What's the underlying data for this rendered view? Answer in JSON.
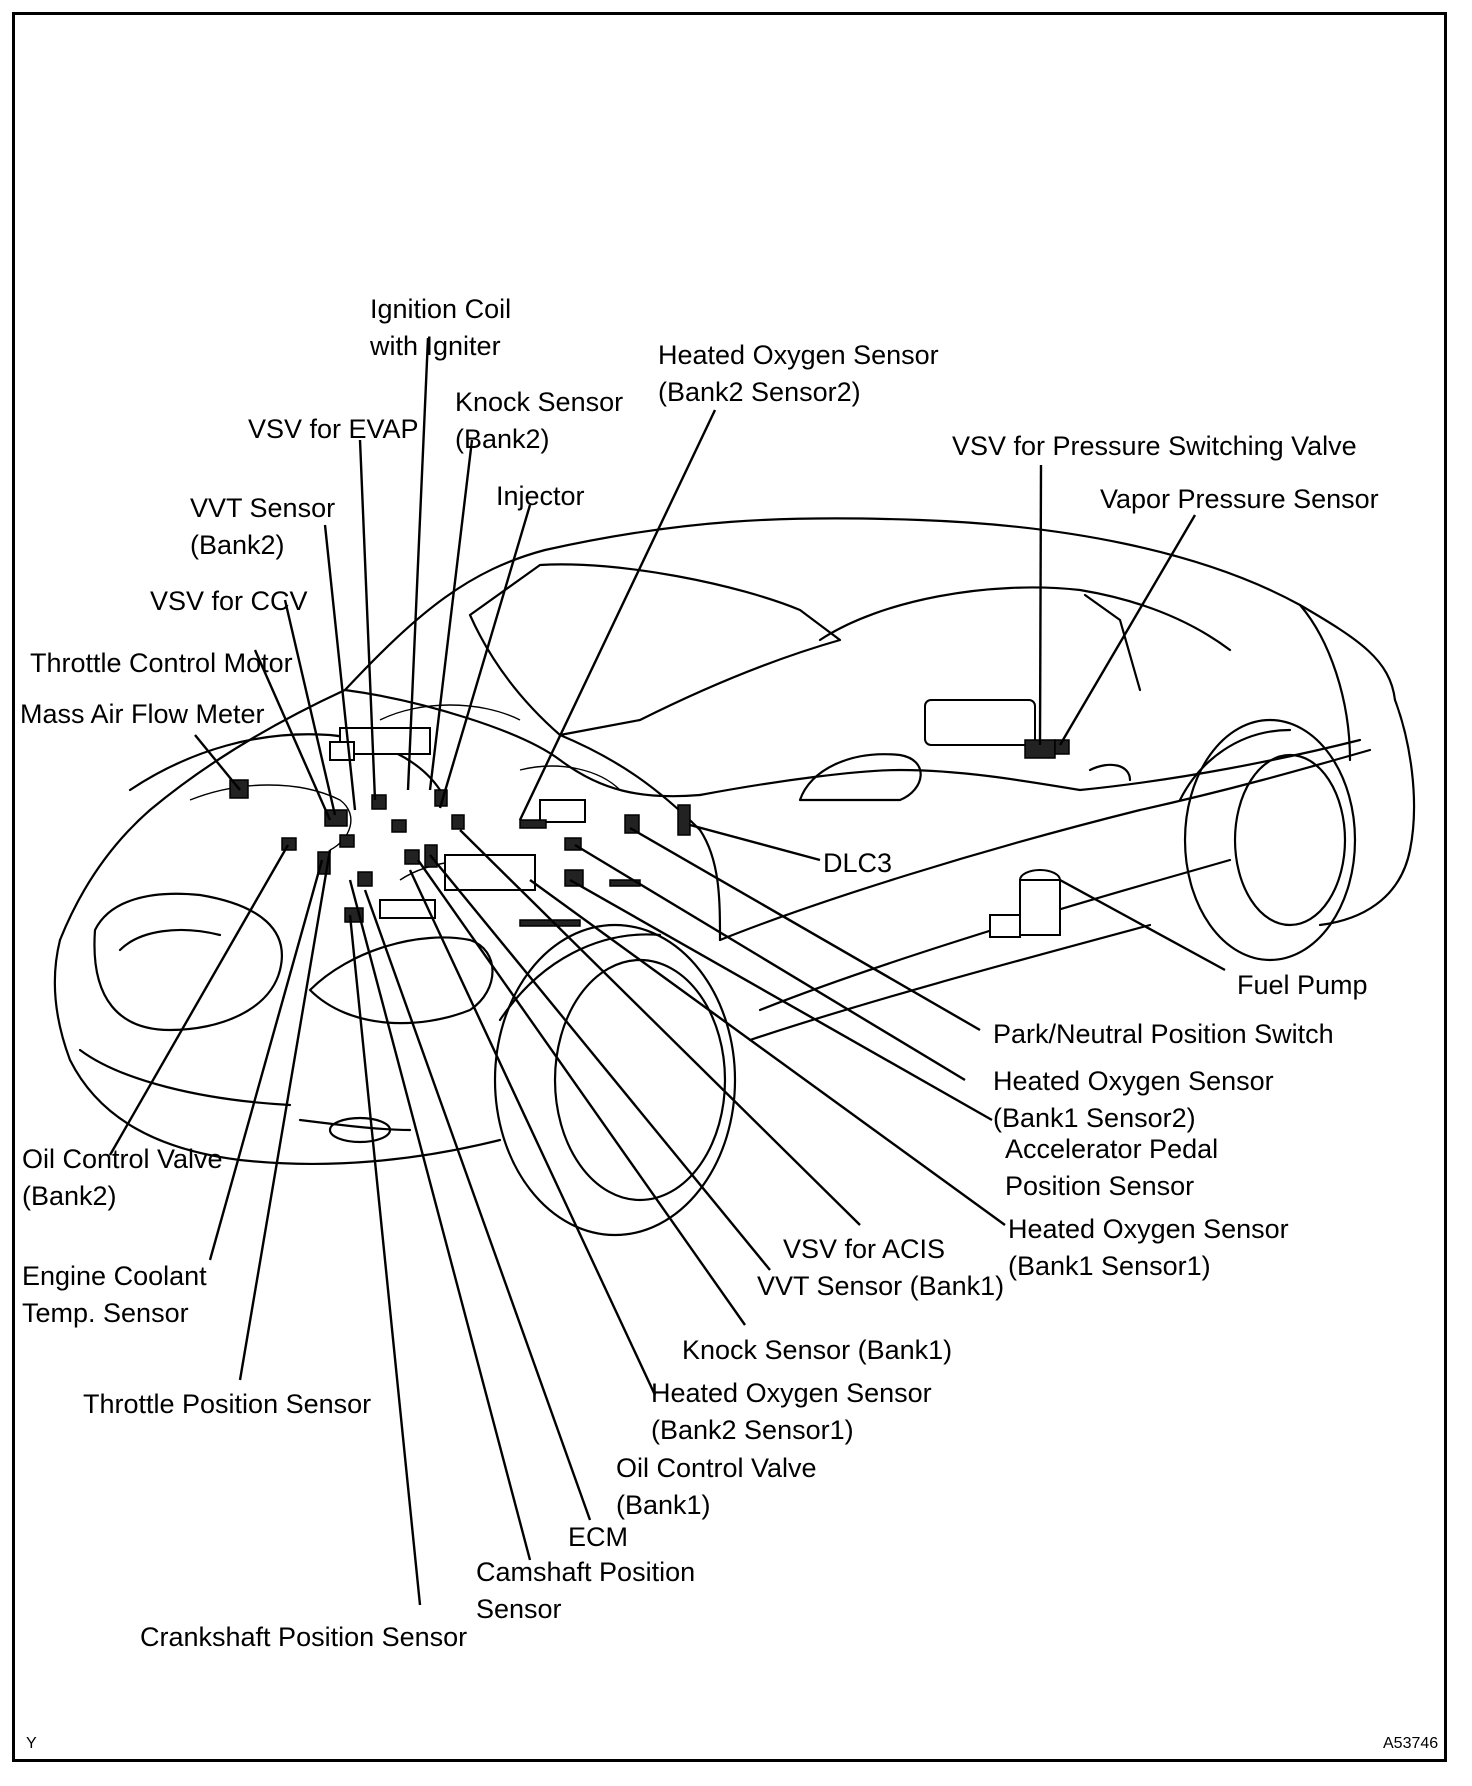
{
  "labels": {
    "ignition_coil_1": "Ignition Coil",
    "ignition_coil_2": "with Igniter",
    "ho2_b2s2_1": "Heated Oxygen Sensor",
    "ho2_b2s2_2": "(Bank2 Sensor2)",
    "knock_b2_1": "Knock Sensor",
    "knock_b2_2": "(Bank2)",
    "vsv_evap": "VSV for EVAP",
    "vsv_psv": "VSV for Pressure Switching Valve",
    "injector": "Injector",
    "vapor_pressure": "Vapor Pressure Sensor",
    "vvt_b2_1": "VVT Sensor",
    "vvt_b2_2": "(Bank2)",
    "vsv_ccv": "VSV for CCV",
    "throttle_motor": "Throttle Control Motor",
    "maf": "Mass Air Flow Meter",
    "dlc3": "DLC3",
    "fuel_pump": "Fuel Pump",
    "pnp_switch": "Park/Neutral Position Switch",
    "ho2_b1s2_1": "Heated Oxygen Sensor",
    "ho2_b1s2_2": "(Bank1 Sensor2)",
    "app_1": "Accelerator Pedal",
    "app_2": "Position Sensor",
    "ho2_b1s1_1": "Heated Oxygen Sensor",
    "ho2_b1s1_2": "(Bank1 Sensor1)",
    "ocv_b2_1": "Oil Control Valve",
    "ocv_b2_2": "(Bank2)",
    "vsv_acis": "VSV for ACIS",
    "vvt_b1": "VVT Sensor (Bank1)",
    "ect_1": "Engine Coolant",
    "ect_2": "Temp. Sensor",
    "knock_b1": "Knock Sensor (Bank1)",
    "ho2_b2s1_1": "Heated Oxygen Sensor",
    "ho2_b2s1_2": "(Bank2 Sensor1)",
    "tps": "Throttle Position Sensor",
    "ocv_b1_1": "Oil Control Valve",
    "ocv_b1_2": "(Bank1)",
    "ecm": "ECM",
    "cmp_1": "Camshaft Position",
    "cmp_2": "Sensor",
    "ckp": "Crankshaft Position Sensor"
  },
  "corner": {
    "left_mark": "Y",
    "figure_id": "A53746"
  }
}
